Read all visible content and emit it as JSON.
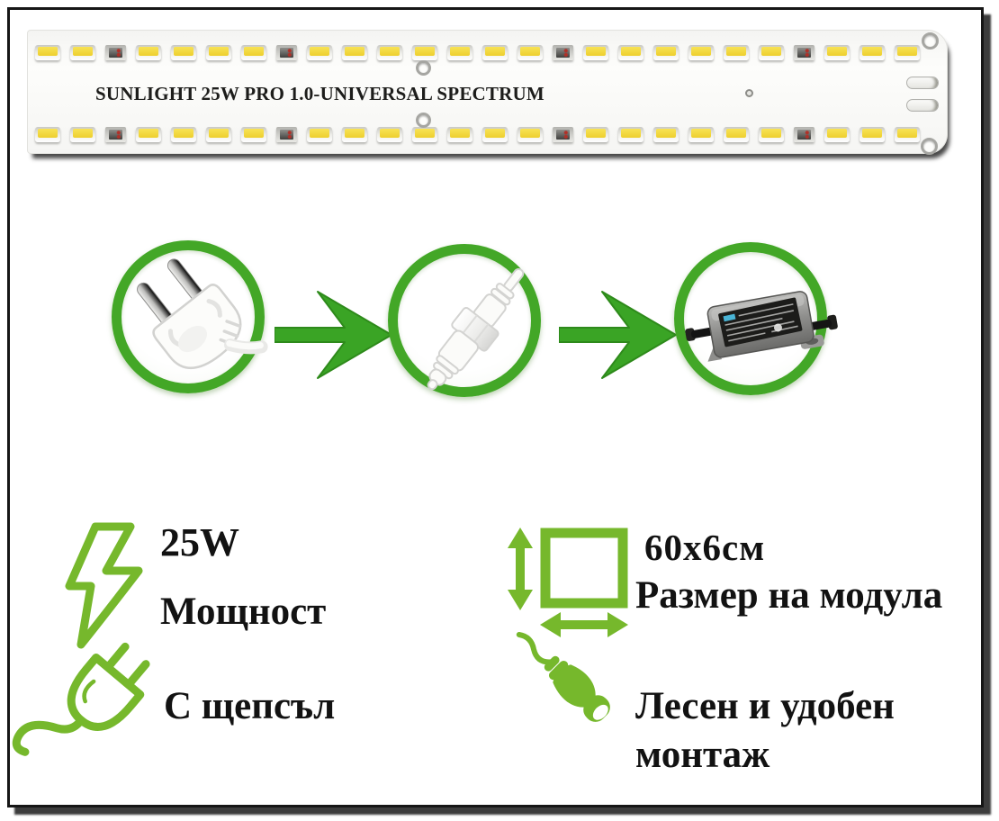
{
  "board": {
    "title": "SUNLIGHT 25W PRO 1.0-UNIVERSAL SPECTRUM",
    "leds_per_row": 26,
    "rows": 2,
    "dark_led_indices": [
      2,
      7,
      15,
      22
    ]
  },
  "flow": {
    "steps": [
      {
        "name": "eu-power-plug"
      },
      {
        "name": "waterproof-cable-connector"
      },
      {
        "name": "led-power-driver"
      }
    ]
  },
  "features": [
    {
      "icon": "lightning-bolt-icon",
      "value": "25W",
      "label": "Мощност"
    },
    {
      "icon": "power-plug-icon",
      "label": "С щепсъл"
    },
    {
      "icon": "module-size-icon",
      "value": "60x6см",
      "label": "Размер на модула"
    },
    {
      "icon": "cable-connector-icon",
      "label": "Лесен и удобен монтаж"
    }
  ],
  "colors": {
    "accent_green": "#76b82c",
    "flow_green": "#3aa425",
    "ring_green": "#43a727",
    "led_yellow": "#f2d53c",
    "text": "#121212"
  }
}
